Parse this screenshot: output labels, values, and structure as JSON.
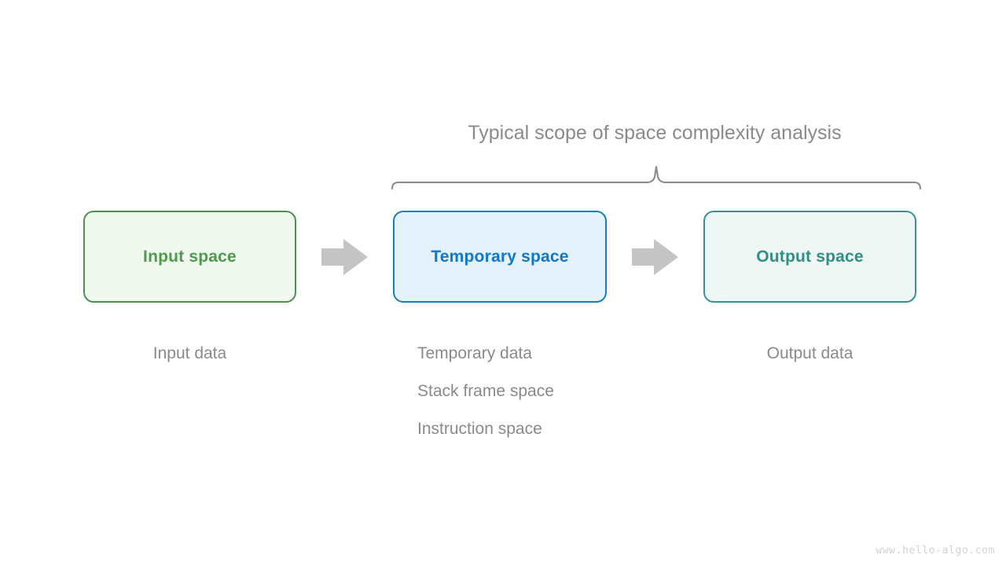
{
  "diagram": {
    "title": "Typical scope of space complexity analysis",
    "watermark": "www.hello-algo.com",
    "colors": {
      "input_border": "#4e9150",
      "input_fill": "#f1f8f0",
      "input_text": "#4c9c4c",
      "temp_border": "#1a7fc1",
      "temp_fill": "#e5f1fb",
      "temp_text": "#0b79d0",
      "output_border": "#3b9391",
      "output_fill": "#eff7f5",
      "output_text": "#2f8f86",
      "arrow": "#c4c4c4",
      "caption_text": "#8a8a8a",
      "brace": "#8a8a8a",
      "background": "#ffffff"
    },
    "nodes": [
      {
        "id": "input",
        "label": "Input space",
        "captions": [
          "Input data"
        ]
      },
      {
        "id": "temporary",
        "label": "Temporary space",
        "captions": [
          "Temporary data",
          "Stack frame space",
          "Instruction space"
        ]
      },
      {
        "id": "output",
        "label": "Output space",
        "captions": [
          "Output data"
        ]
      }
    ],
    "connectors": [
      {
        "id": "arrow-1",
        "from": "input",
        "to": "temporary",
        "icon": "right-arrow-icon"
      },
      {
        "id": "arrow-2",
        "from": "temporary",
        "to": "output",
        "icon": "right-arrow-icon"
      }
    ],
    "scope": {
      "label": "Typical scope of space complexity analysis",
      "covers": [
        "temporary",
        "output"
      ]
    }
  }
}
